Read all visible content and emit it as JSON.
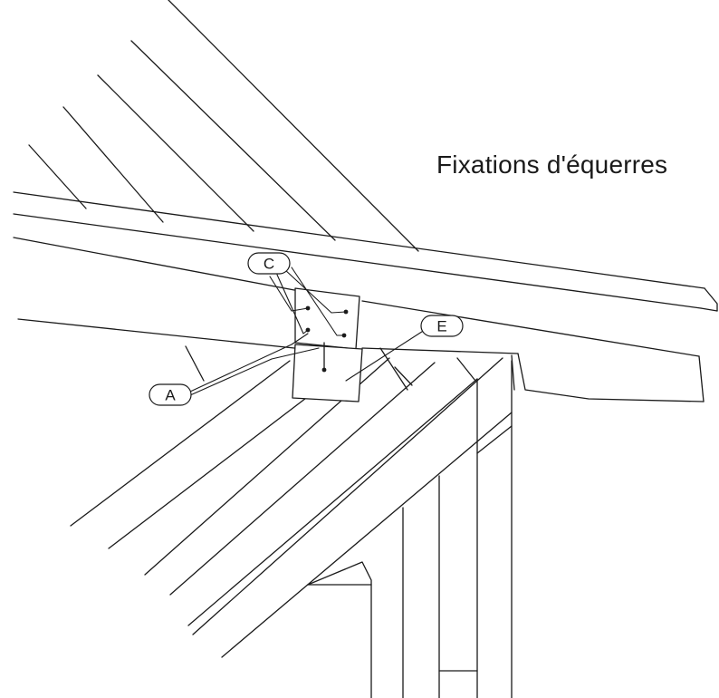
{
  "title": "Fixations d'équerres",
  "callouts": {
    "a": "A",
    "c": "C",
    "e": "E"
  },
  "colors": {
    "ink": "#1a1a1a",
    "paper": "#ffffff"
  }
}
